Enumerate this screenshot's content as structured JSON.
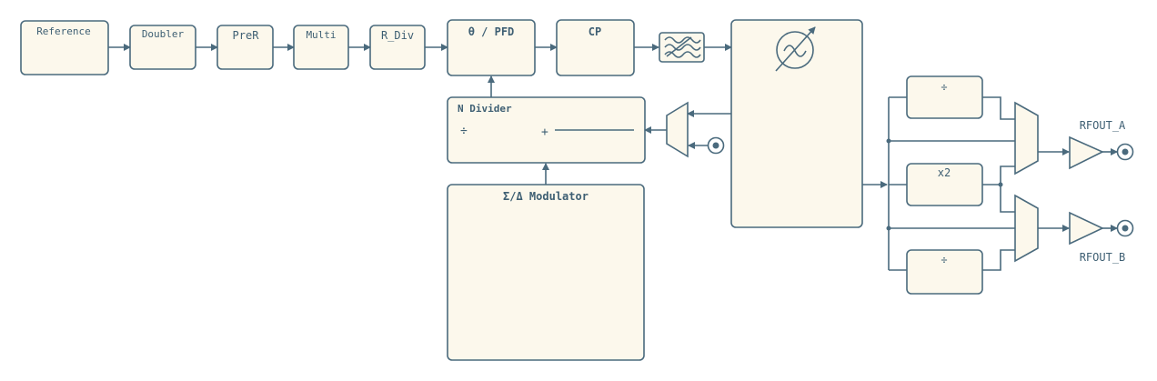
{
  "diagram": {
    "blocks": {
      "reference": "Reference",
      "doubler": "Doubler",
      "prer": "PreR",
      "multi": "Multi",
      "rdiv": "R_Div",
      "pfd": "θ / PFD",
      "cp": "CP",
      "ndiv": "N Divider",
      "ndiv_div": "÷",
      "ndiv_plus": "+",
      "sigma_delta": "Σ/Δ Modulator",
      "div_top": "÷",
      "x2": "x2",
      "div_bottom": "÷"
    },
    "outputs": {
      "a": "RFOUT_A",
      "b": "RFOUT_B"
    },
    "icons": [
      "loop-filter-icon",
      "vco-icon",
      "mux-icon",
      "buffer-amp-icon",
      "output-port-icon"
    ]
  }
}
